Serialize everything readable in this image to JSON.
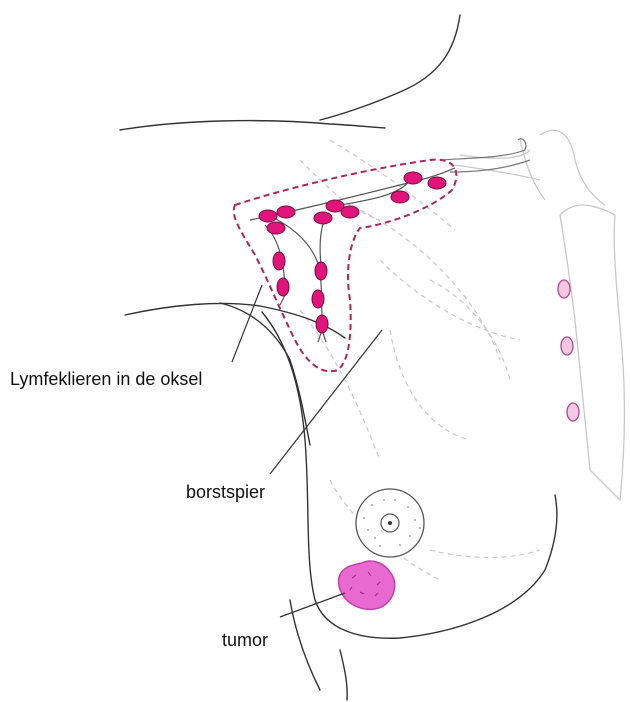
{
  "labels": {
    "axillary_lymph_nodes": "Lymfeklieren in de oksel",
    "chest_muscle": "borstspier",
    "tumor": "tumor"
  },
  "colors": {
    "outline": "#333333",
    "dashed_guide": "#c8c8c8",
    "lymph_node_fill": "#e0147a",
    "lymph_node_stroke": "#7a0a40",
    "node_region_dash": "#b0245a",
    "tumor_fill": "#e86ad0",
    "tumor_stroke": "#c23fb0",
    "sternum_node_fill": "#f2c8e2",
    "sternum_node_stroke": "#b04890"
  },
  "icons": {
    "lymph_node": "magenta-ellipse",
    "tumor": "pink-lumpy-blob",
    "nipple": "dotted-circle"
  }
}
